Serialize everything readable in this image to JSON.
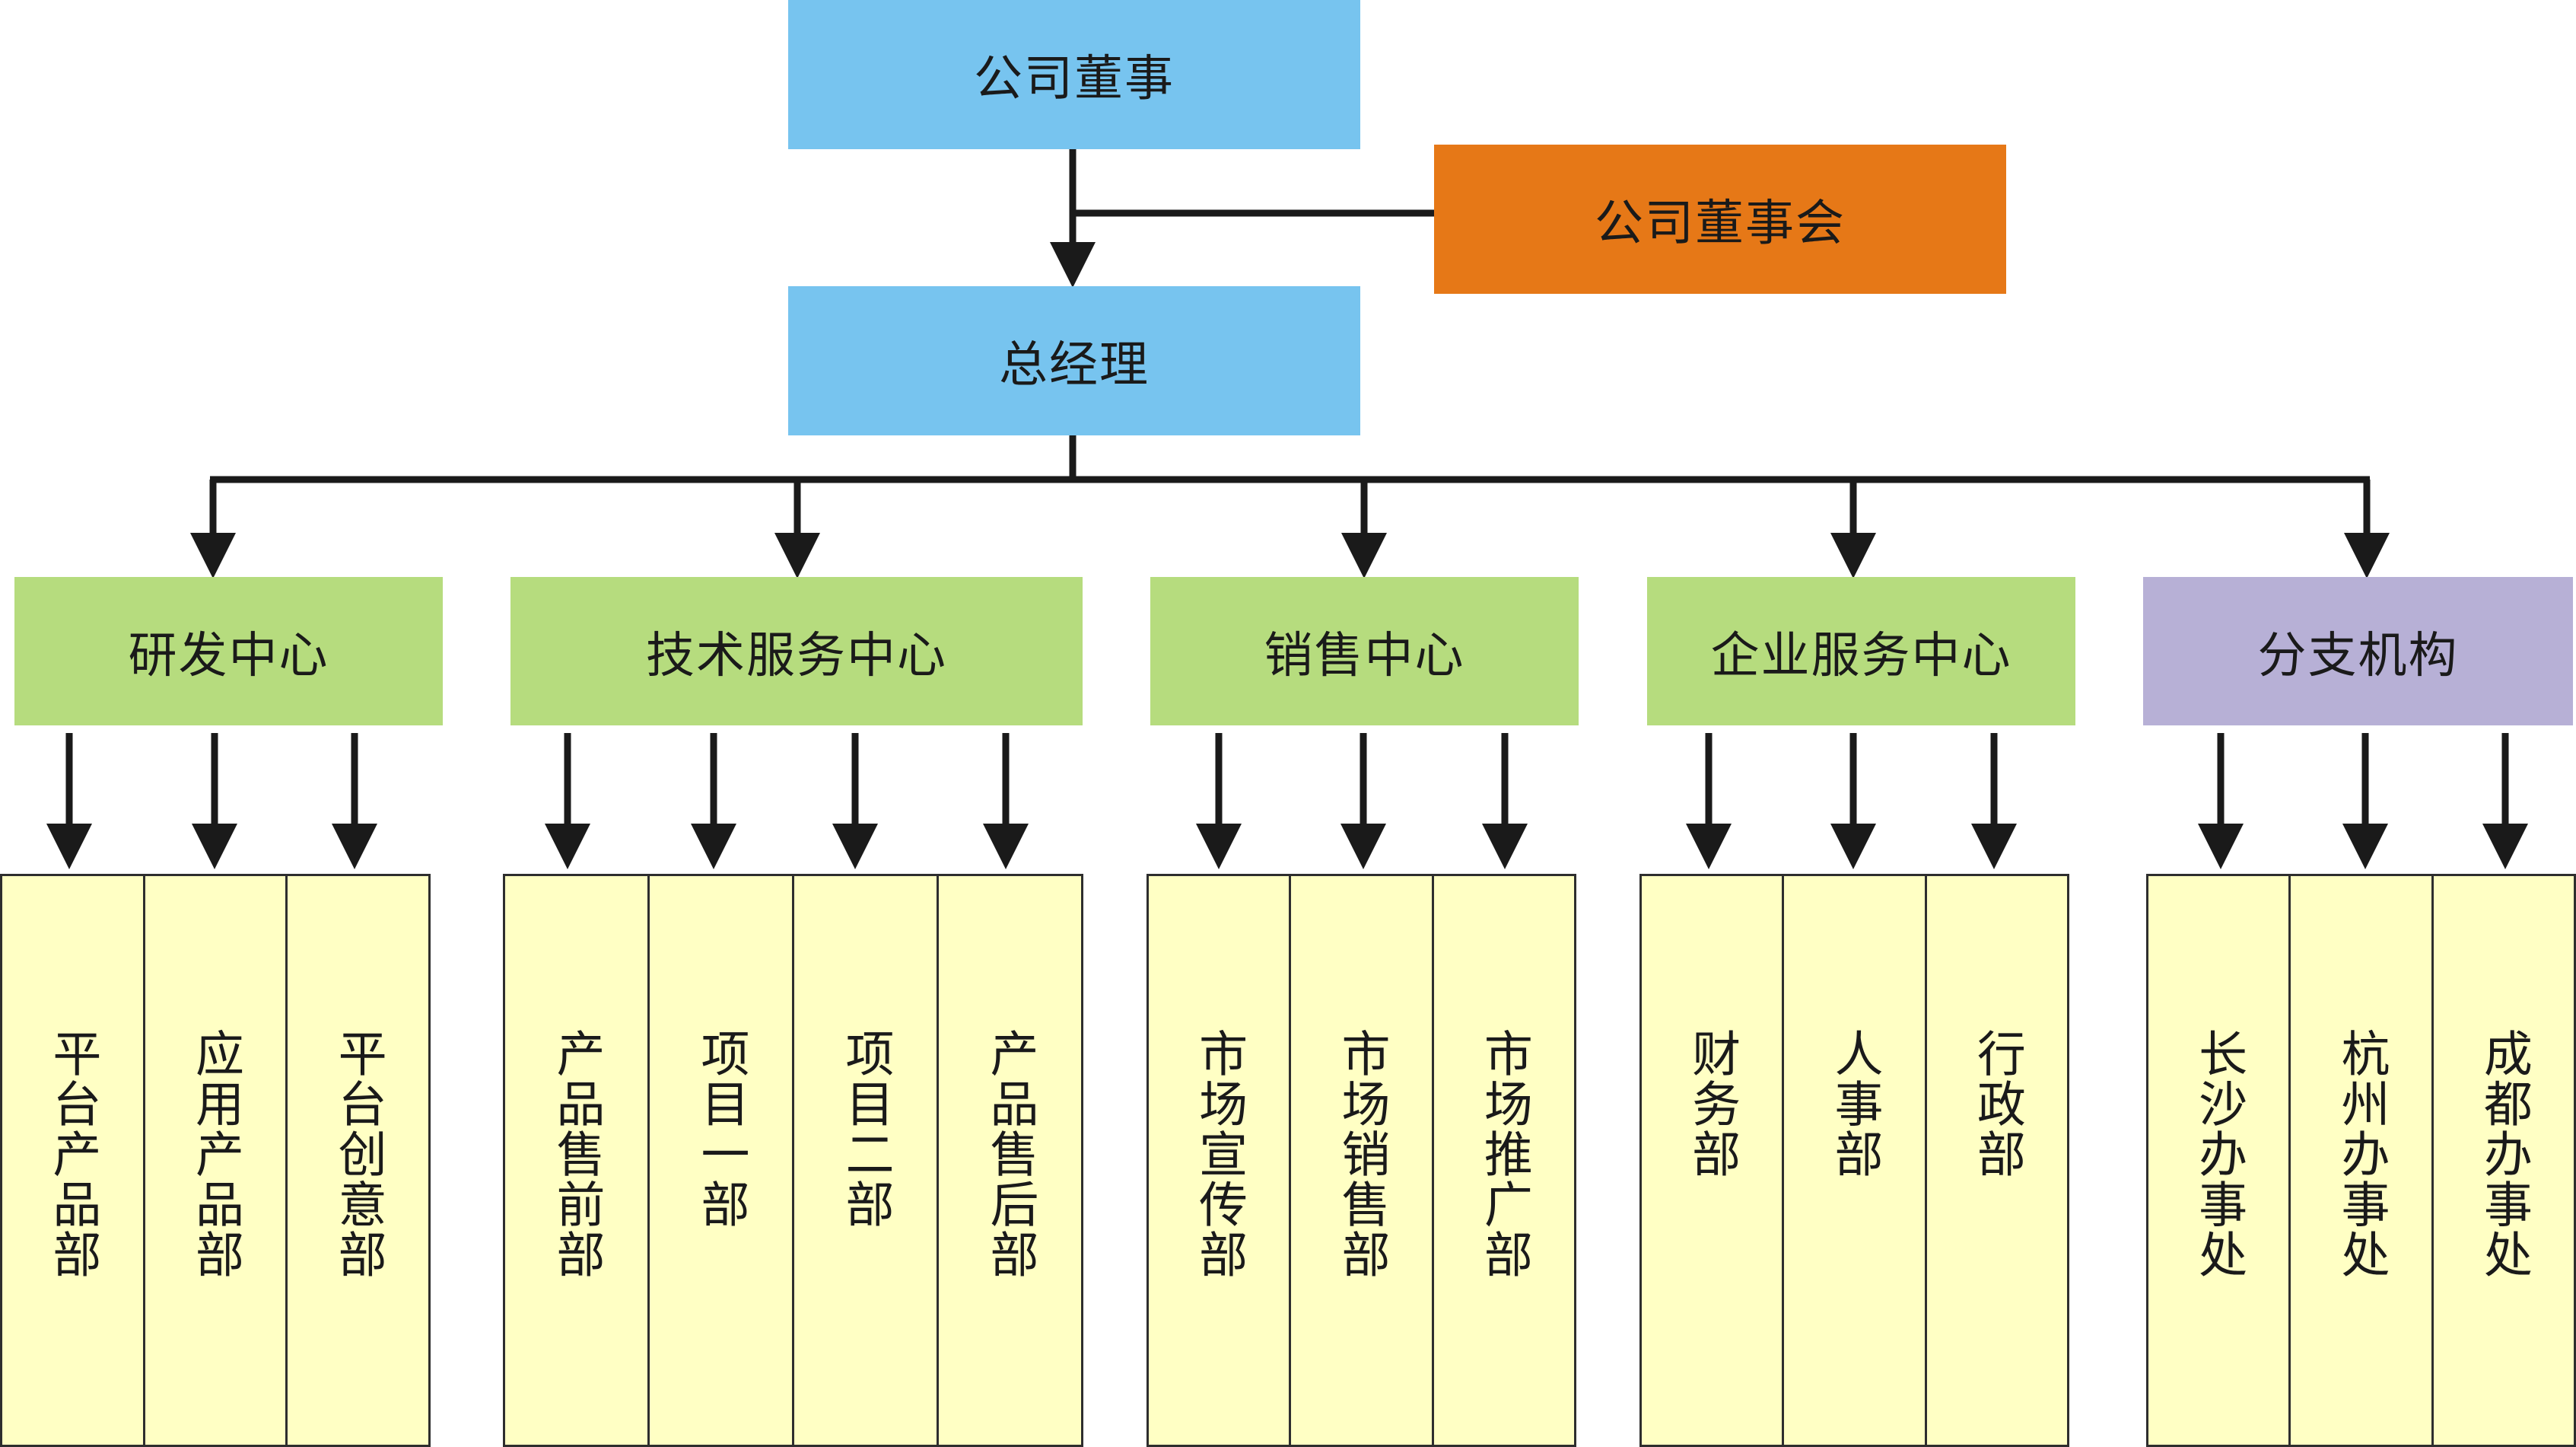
{
  "top": {
    "board_member": "公司董事",
    "board": "公司董事会",
    "gm": "总经理"
  },
  "centers": [
    {
      "name": "研发中心",
      "departments": [
        "平台产品部",
        "应用产品部",
        "平台创意部"
      ]
    },
    {
      "name": "技术服务中心",
      "departments": [
        "产品售前部",
        "项目一部",
        "项目二部",
        "产品售后部"
      ]
    },
    {
      "name": "销售中心",
      "departments": [
        "市场宣传部",
        "市场销售部",
        "市场推广部"
      ]
    },
    {
      "name": "企业服务中心",
      "departments": [
        "财务部",
        "人事部",
        "行政部"
      ]
    },
    {
      "name": "分支机构",
      "departments": [
        "长沙办事处",
        "杭州办事处",
        "成都办事处"
      ]
    }
  ],
  "colors": {
    "top_boxes": "#77c4ef",
    "board": "#e67817",
    "centers": "#b6dc7e",
    "branch": "#b7b0d6",
    "departments": "#ffffc4",
    "lines": "#1a1a1a"
  }
}
